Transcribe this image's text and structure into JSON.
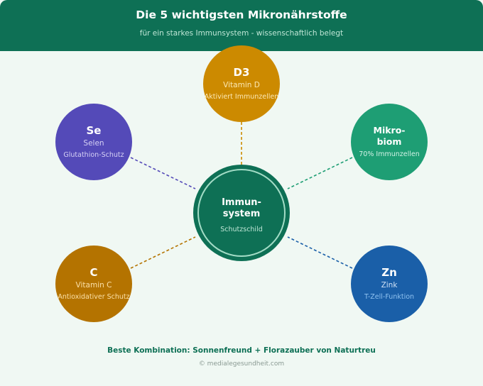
{
  "header": {
    "title": "Die 5 wichtigsten Mikronährstoffe",
    "subtitle": "für ein starkes Immunsystem - wissenschaftlich belegt",
    "color": "#0e7055"
  },
  "center": {
    "title_line1": "Immun-",
    "title_line2": "system",
    "subtitle": "Schutzschild",
    "color": "#0e7055"
  },
  "nodes": {
    "d3": {
      "symbol": "D3",
      "name": "Vitamin D",
      "desc": "Aktiviert Immunzellen",
      "color": "#cc8a00",
      "text_color": "#fbe8b5"
    },
    "se": {
      "symbol": "Se",
      "name": "Selen",
      "desc": "Glutathion-Schutz",
      "color": "#544ab8",
      "text_color": "#d6d1f5"
    },
    "mikrobiom": {
      "symbol_line1": "Mikro-",
      "symbol_line2": "biom",
      "desc": "70% Immunzellen",
      "color": "#1e9e74",
      "text_color": "#d2f2e6"
    },
    "c": {
      "symbol": "C",
      "name": "Vitamin C",
      "desc": "Antioxidativer Schutz",
      "color": "#b47300",
      "text_color": "#fbe0a8"
    },
    "zn": {
      "symbol": "Zn",
      "name": "Zink",
      "desc": "T-Zell-Funktion",
      "color": "#1a5fa8",
      "text_color": "#cfe1f6",
      "desc_color": "#8fc2f0"
    }
  },
  "footer": {
    "text": "Beste Kombination: Sonnenfreund + Florazauber von Naturtreu",
    "credit": "© medialegesundheit.com"
  }
}
